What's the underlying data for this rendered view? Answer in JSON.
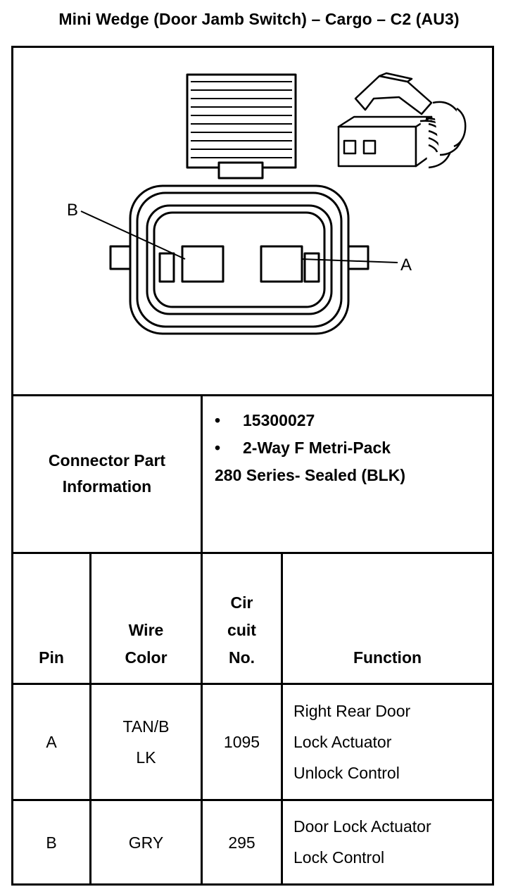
{
  "title": "Mini Wedge (Door Jamb Switch) – Cargo – C2 (AU3)",
  "diagram": {
    "label_b": "B",
    "label_a": "A"
  },
  "connector_info": {
    "label_line1": "Connector Part",
    "label_line2": "Information",
    "part_number": "15300027",
    "description_line1": "2-Way F Metri-Pack",
    "description_line2": "280 Series- Sealed (BLK)",
    "bullet": "•"
  },
  "table": {
    "headers": {
      "pin": "Pin",
      "wire_color_line1": "Wire",
      "wire_color_line2": "Color",
      "circuit_line1": "Cir",
      "circuit_line2": "cuit",
      "circuit_line3": "No.",
      "function": "Function"
    },
    "rows": [
      {
        "pin": "A",
        "wire_color_line1": "TAN/B",
        "wire_color_line2": "LK",
        "circuit": "1095",
        "function_line1": "Right Rear Door",
        "function_line2": "Lock Actuator",
        "function_line3": "Unlock Control"
      },
      {
        "pin": "B",
        "wire_color_line1": "GRY",
        "circuit": "295",
        "function_line1": "Door Lock Actuator",
        "function_line2": "Lock Control"
      }
    ]
  }
}
